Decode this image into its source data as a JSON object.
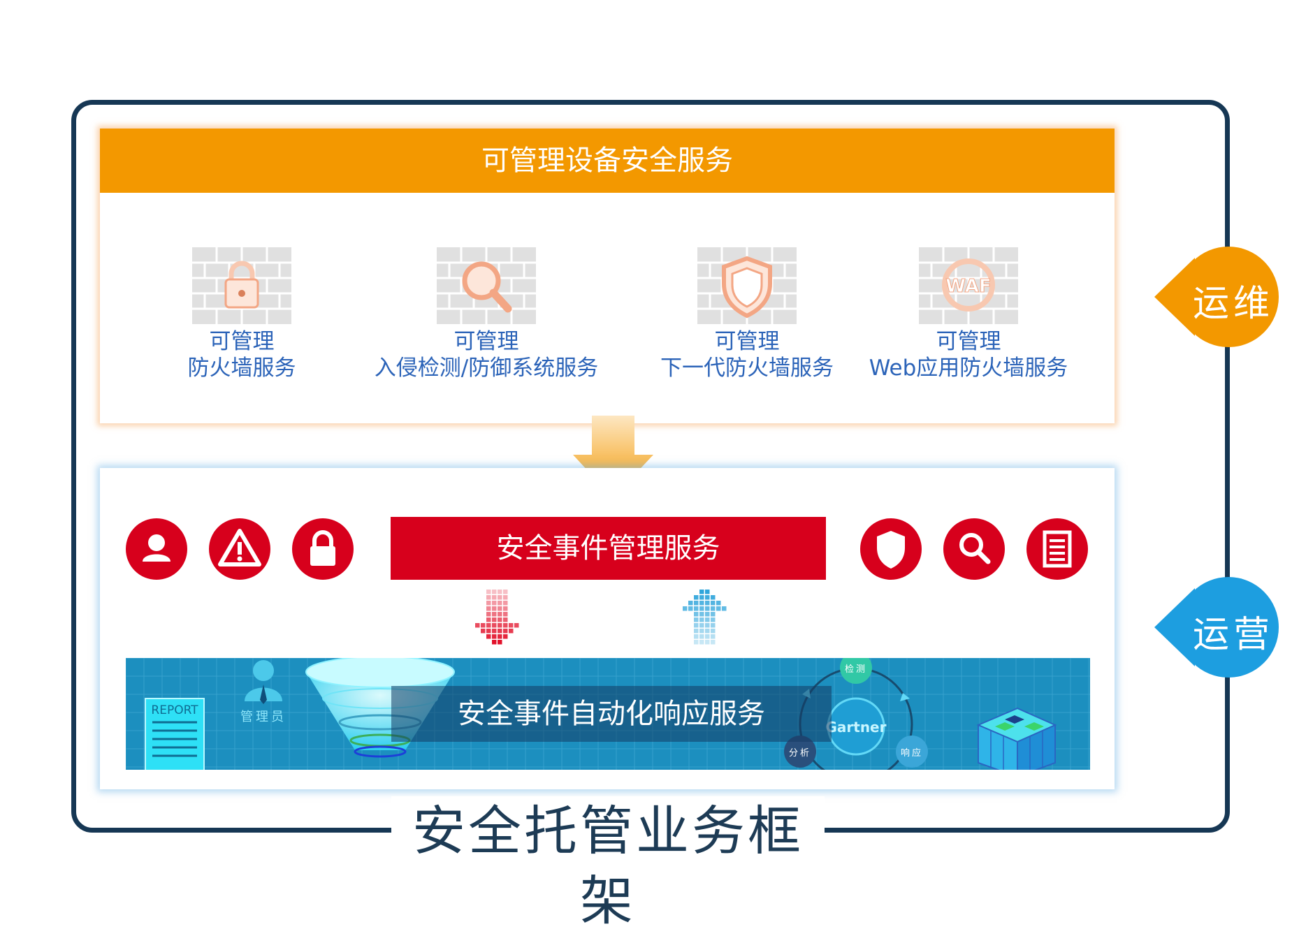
{
  "framework_title": "安全托管业务框架",
  "side_tags": {
    "ops": "运维",
    "operation": "运营"
  },
  "managed_device": {
    "header": "可管理设备安全服务",
    "services": [
      {
        "line1": "可管理",
        "line2": "防火墙服务",
        "icon": "lock-icon"
      },
      {
        "line1": "可管理",
        "line2": "入侵检测/防御系统服务",
        "icon": "magnifier-icon"
      },
      {
        "line1": "可管理",
        "line2": "下一代防火墙服务",
        "icon": "shield-icon"
      },
      {
        "line1": "可管理",
        "line2": "Web应用防火墙服务",
        "icon": "waf-icon",
        "icon_text": "WAF"
      }
    ]
  },
  "event_management": {
    "title": "安全事件管理服务",
    "left_icons": [
      "user-icon",
      "warning-icon",
      "lock-icon"
    ],
    "right_icons": [
      "shield-icon",
      "search-icon",
      "document-icon"
    ]
  },
  "auto_response": {
    "title": "安全事件自动化响应服务",
    "report_label": "REPORT",
    "admin_label": "管理员",
    "cycle_center": "Gartner",
    "cycle_steps": [
      "检测",
      "响应",
      "分析"
    ]
  },
  "colors": {
    "orange": "#f39800",
    "red": "#d7001c",
    "blue": "#1d9ee0",
    "navy": "#163754",
    "service_text": "#2b63b8"
  }
}
